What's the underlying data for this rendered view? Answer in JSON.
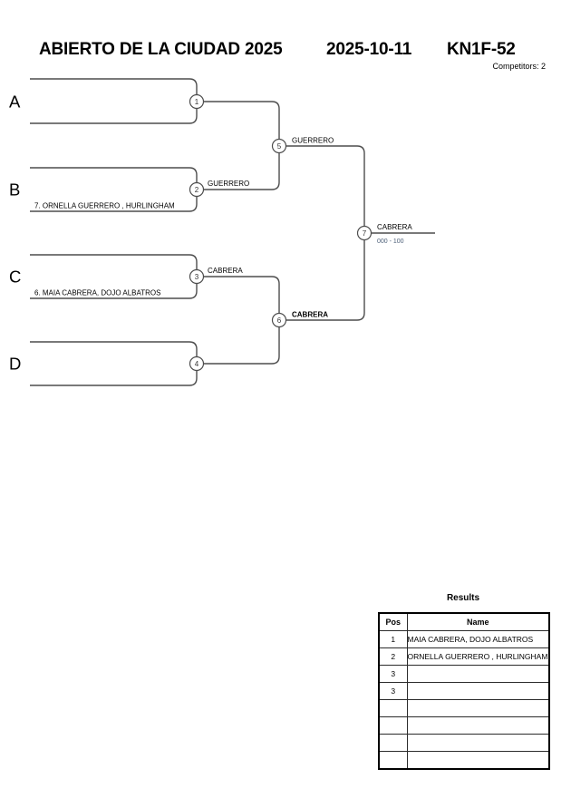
{
  "header": {
    "tournament": "ABIERTO DE LA CIUDAD 2025",
    "date": "2025-10-11",
    "category": "KN1F-52",
    "competitors_label": "Competitors: 2"
  },
  "bracket": {
    "positions": [
      {
        "letter": "A",
        "competitor": ""
      },
      {
        "letter": "B",
        "competitor": "7. ORNELLA GUERRERO , HURLINGHAM"
      },
      {
        "letter": "C",
        "competitor": "6. MAIA CABRERA, DOJO ALBATROS"
      },
      {
        "letter": "D",
        "competitor": ""
      }
    ],
    "matches": [
      {
        "number": "1",
        "winner": ""
      },
      {
        "number": "2",
        "winner": "GUERRERO"
      },
      {
        "number": "3",
        "winner": "CABRERA"
      },
      {
        "number": "4",
        "winner": ""
      },
      {
        "number": "5",
        "winner": "GUERRERO"
      },
      {
        "number": "6",
        "winner": "CABRERA"
      },
      {
        "number": "7",
        "winner": "CABRERA",
        "score": "000 - 100"
      }
    ]
  },
  "results": {
    "title": "Results",
    "columns": {
      "pos": "Pos",
      "name": "Name"
    },
    "rows": [
      {
        "pos": "1",
        "name": "MAIA CABRERA, DOJO ALBATROS"
      },
      {
        "pos": "2",
        "name": "ORNELLA GUERRERO , HURLINGHAM"
      },
      {
        "pos": "3",
        "name": ""
      },
      {
        "pos": "3",
        "name": ""
      },
      {
        "pos": "",
        "name": ""
      },
      {
        "pos": "",
        "name": ""
      },
      {
        "pos": "",
        "name": ""
      },
      {
        "pos": "",
        "name": ""
      }
    ]
  },
  "colors": {
    "line": "#4d4d4d",
    "text": "#000000",
    "score": "#4e617a"
  }
}
